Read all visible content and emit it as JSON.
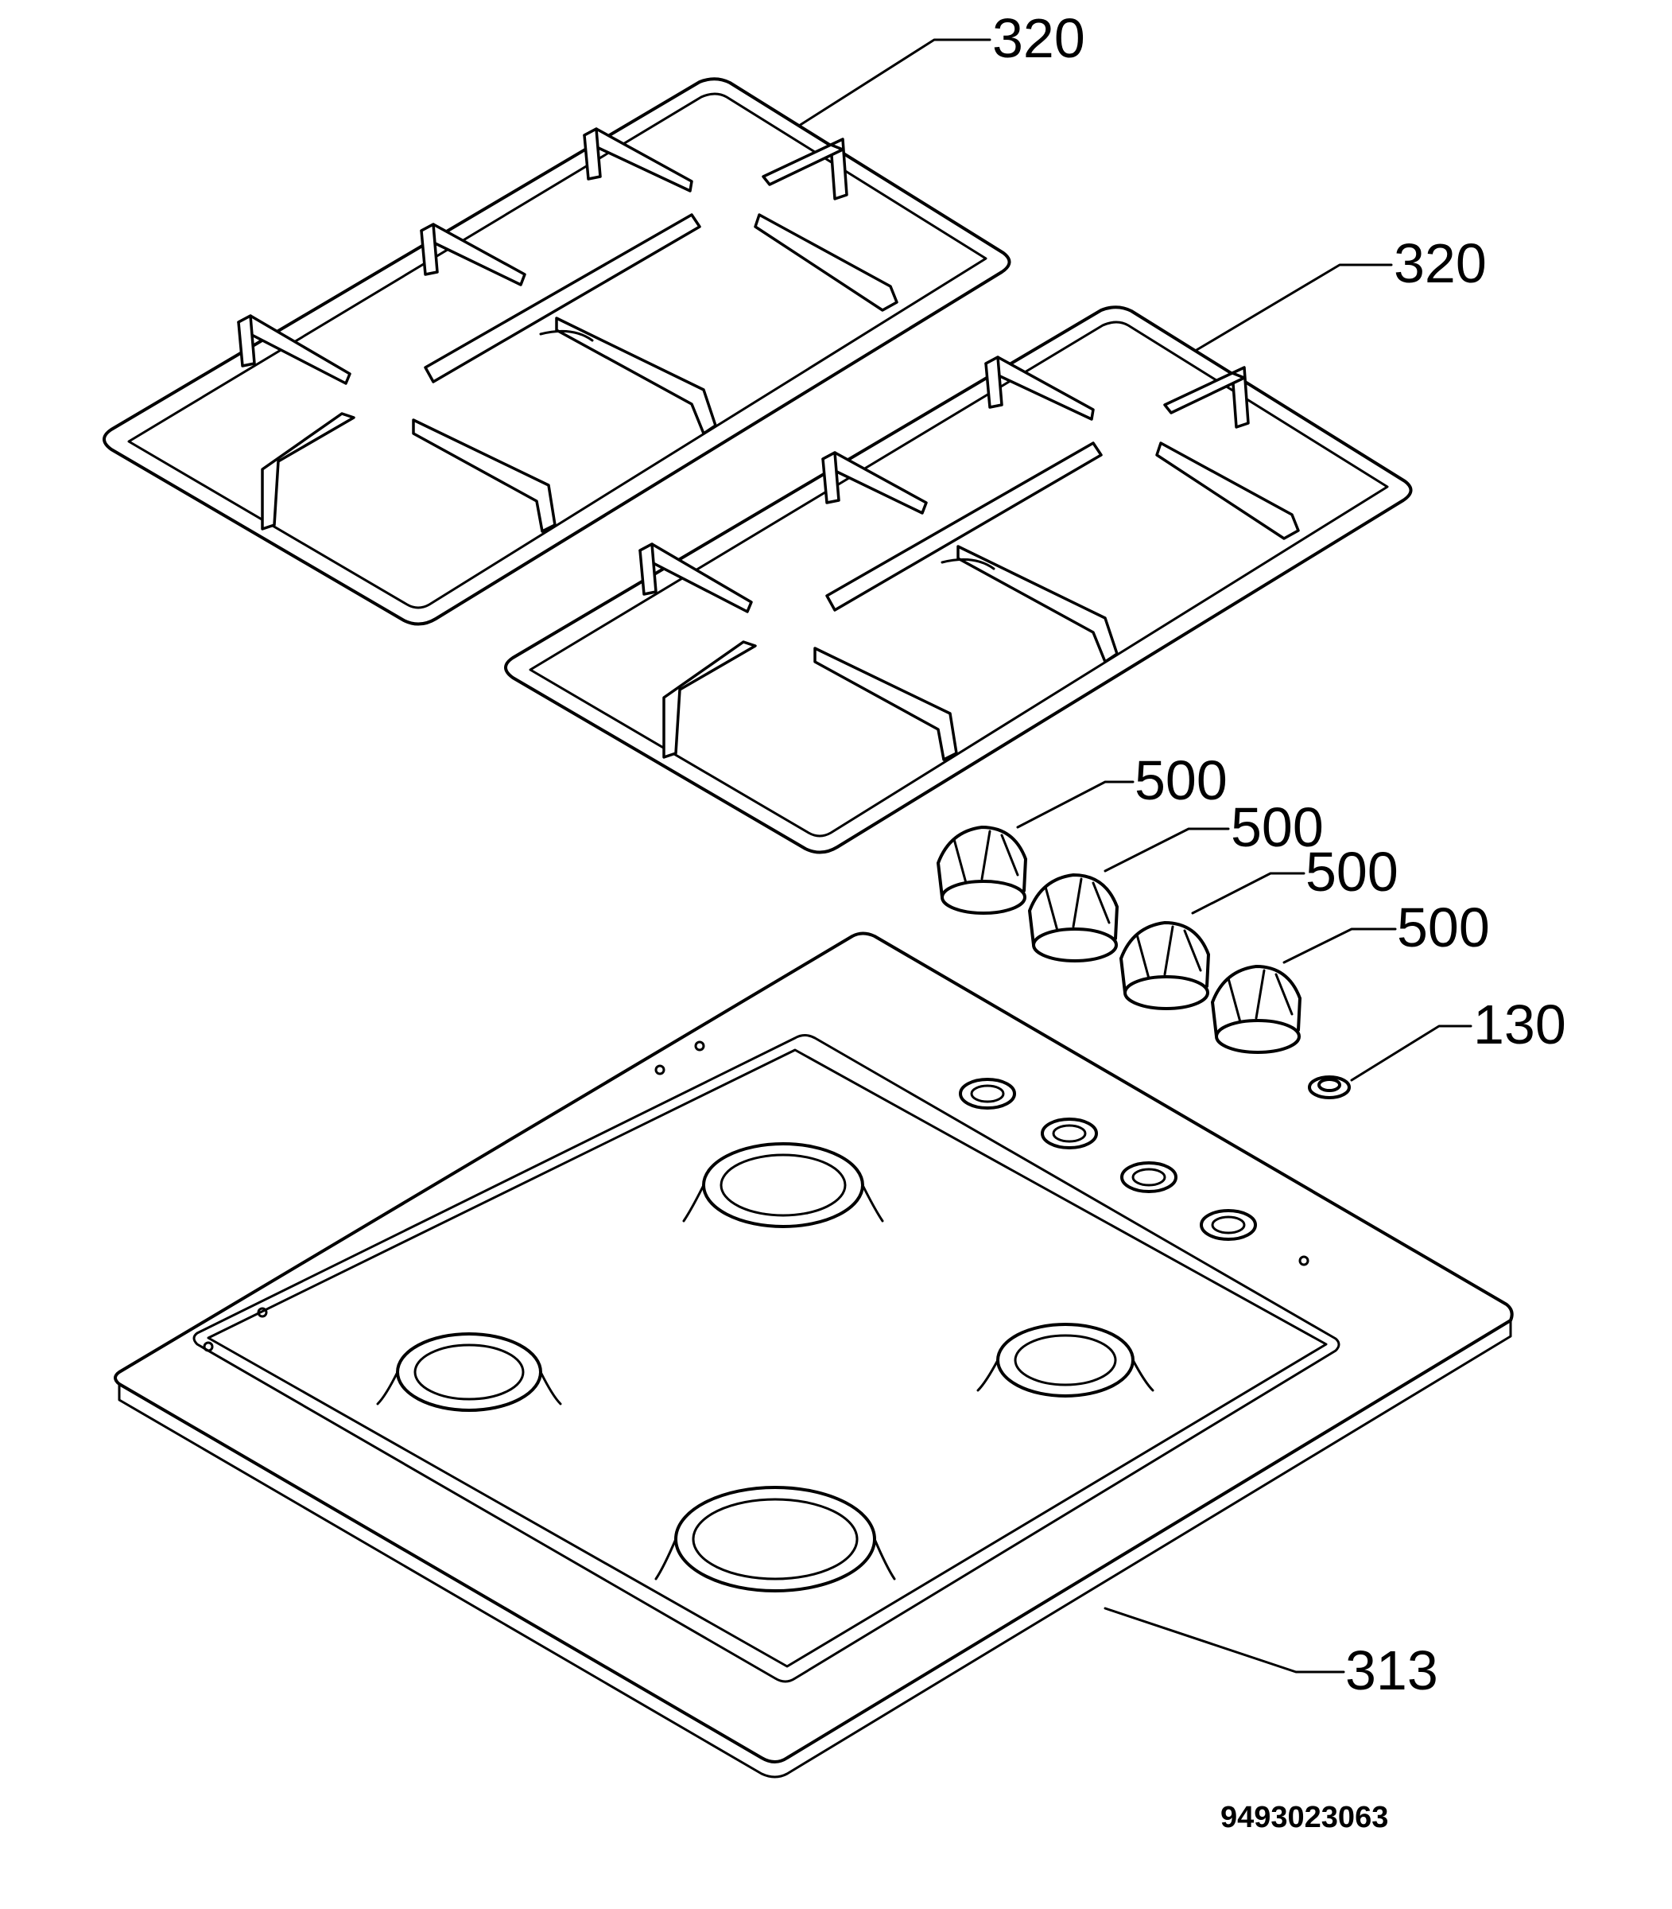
{
  "labels": {
    "grate_left": "320",
    "grate_right": "320",
    "knob_1": "500",
    "knob_2": "500",
    "knob_3": "500",
    "knob_4": "500",
    "seal_ring": "130",
    "hob_top": "313"
  },
  "document_number": "9493023063"
}
